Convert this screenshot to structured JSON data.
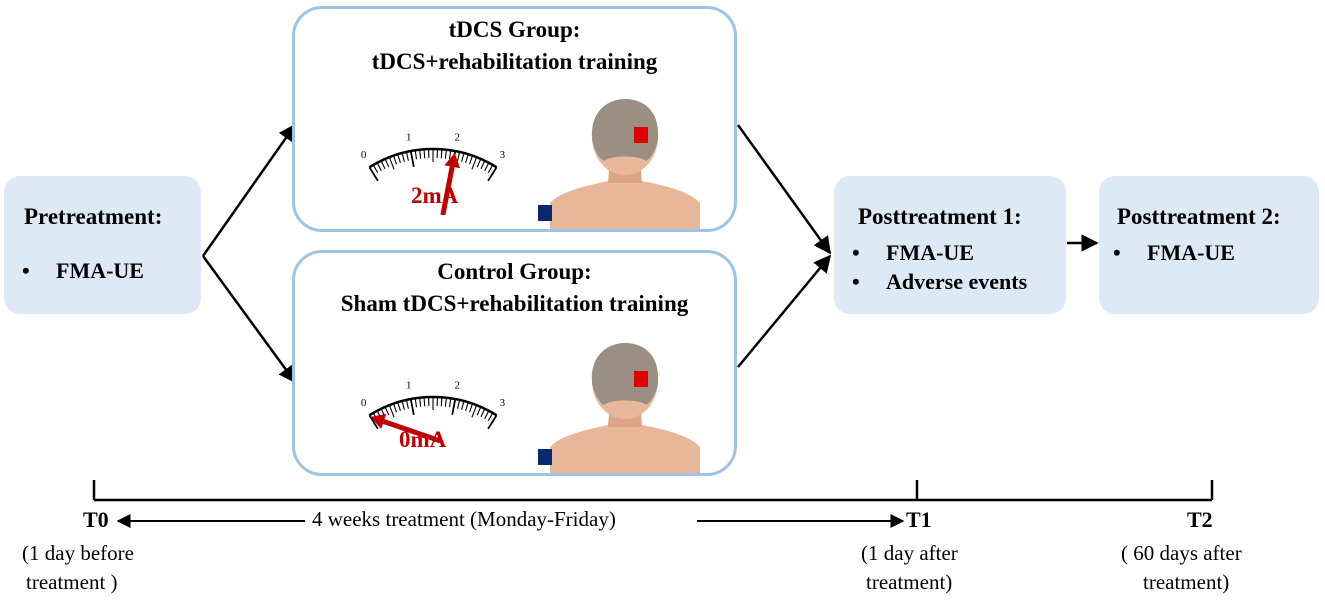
{
  "pretreatment": {
    "title": "Pretreatment:",
    "items": [
      "FMA-UE"
    ]
  },
  "tdcs_group": {
    "title_line1": "tDCS Group:",
    "title_line2": "tDCS+rehabilitation training",
    "meter_ticks": [
      "0",
      "1",
      "2",
      "3"
    ],
    "current": "2mA"
  },
  "control_group": {
    "title_line1": "Control Group:",
    "title_line2": "Sham tDCS+rehabilitation training",
    "meter_ticks": [
      "0",
      "1",
      "2",
      "3"
    ],
    "current": "0mA"
  },
  "posttreatment1": {
    "title": "Posttreatment 1:",
    "items": [
      "FMA-UE",
      "Adverse events"
    ]
  },
  "posttreatment2": {
    "title": "Posttreatment 2:",
    "items": [
      "FMA-UE"
    ]
  },
  "timeline": {
    "t0": "T0",
    "t0_note_line1": "(1 day before",
    "t0_note_line2": "treatment )",
    "duration": "4 weeks treatment (Monday-Friday)",
    "t1": "T1",
    "t1_note_line1": "(1 day after",
    "t1_note_line2": "treatment)",
    "t2": "T2",
    "t2_note_line1": "( 60 days after",
    "t2_note_line2": "treatment)"
  },
  "colors": {
    "side_box": "#dde9f5",
    "group_border": "#9dc3e6",
    "arrow_red": "#c00000",
    "electrode_red": "#e00000",
    "electrode_blue": "#0b2a6e",
    "skin": "#e8b79a",
    "hair": "#9a8f82"
  }
}
